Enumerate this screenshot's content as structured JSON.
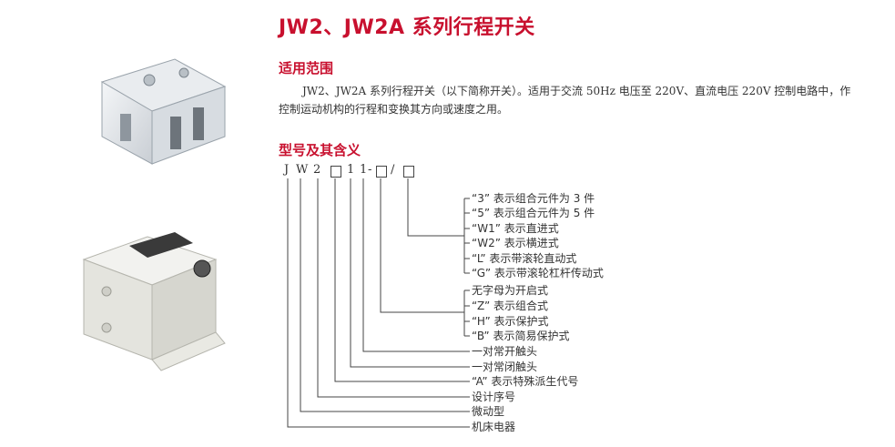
{
  "title": "JW2、JW2A 系列行程开关",
  "section_usage": "适用范围",
  "usage_text": "JW2、JW2A 系列行程开关（以下简称开关）。适用于交流 50Hz 电压至 220V、直流电压 220V 控制电路中，作控制运动机构的行程和变换其方向或速度之用。",
  "section_model": "型号及其含义",
  "model_code": {
    "c1": "J",
    "c2": "W",
    "c3": "2",
    "c5": "1",
    "c6": "1",
    "dash1": "-",
    "slash": "/"
  },
  "group_last": [
    "“3” 表示组合元件为 3 件",
    "“5” 表示组合元件为 5 件",
    "“W1” 表示直进式",
    "“W2” 表示横进式",
    "“L” 表示带滚轮直动式",
    "“G” 表示带滚轮杠杆传动式"
  ],
  "group_mid": [
    "无字母为开启式",
    "“Z” 表示组合式",
    "“H” 表示保护式",
    "“B” 表示简易保护式"
  ],
  "singles": [
    "一对常开触头",
    "一对常闭触头",
    "“A” 表示特殊派生代号",
    "设计序号",
    "微动型",
    "机床电器"
  ],
  "colors": {
    "accent": "#c8102e",
    "text": "#333333",
    "line": "#444444"
  }
}
